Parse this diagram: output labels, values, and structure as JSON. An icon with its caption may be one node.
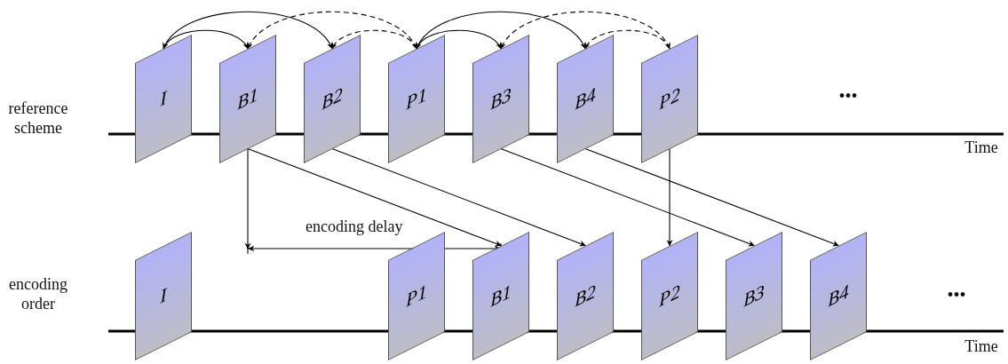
{
  "diagram": {
    "nodes": [
      {
        "text": [
          "I"
        ]
      },
      {
        "text": [
          "B1"
        ]
      },
      {
        "text": [
          "B2"
        ]
      },
      {
        "text": [
          "P1"
        ]
      },
      {
        "text": [
          "B3"
        ]
      },
      {
        "text": [
          "B4"
        ]
      },
      {
        "text": [
          "P2"
        ]
      },
      {
        "text": [
          "I"
        ]
      },
      {
        "text": [
          "P1"
        ]
      },
      {
        "text": [
          "B1"
        ]
      },
      {
        "text": [
          "B2"
        ]
      },
      {
        "text": [
          "P2"
        ]
      },
      {
        "text": [
          "B3"
        ]
      },
      {
        "text": [
          "B4"
        ]
      }
    ],
    "edges": [
      {
        "from": 0,
        "to": 1,
        "arrow": "to"
      },
      {
        "from": 0,
        "to": 2,
        "arrow": "both"
      },
      {
        "from": 3,
        "to": 1,
        "arrow": "both",
        "style": "dashed"
      },
      {
        "from": 3,
        "to": 2,
        "arrow": "to",
        "style": "dashed"
      },
      {
        "from": 3,
        "to": 4,
        "arrow": "to"
      },
      {
        "from": 3,
        "to": 5,
        "arrow": "both"
      },
      {
        "from": 6,
        "to": 4,
        "arrow": "both",
        "style": "dashed"
      },
      {
        "from": 6,
        "to": 5,
        "arrow": "to",
        "style": "dashed"
      },
      {
        "from": 1,
        "to": 9,
        "arrow": "to"
      },
      {
        "from": 2,
        "to": 10,
        "arrow": "to"
      },
      {
        "from": 4,
        "to": 12,
        "arrow": "to"
      },
      {
        "from": 5,
        "to": 13,
        "arrow": "to"
      },
      {
        "from": 6,
        "to": 11,
        "arrow": "to"
      }
    ],
    "labels": [
      "reference scheme",
      "•••",
      "Time",
      "encoding delay",
      "encoding order",
      "•••",
      "Time"
    ]
  }
}
